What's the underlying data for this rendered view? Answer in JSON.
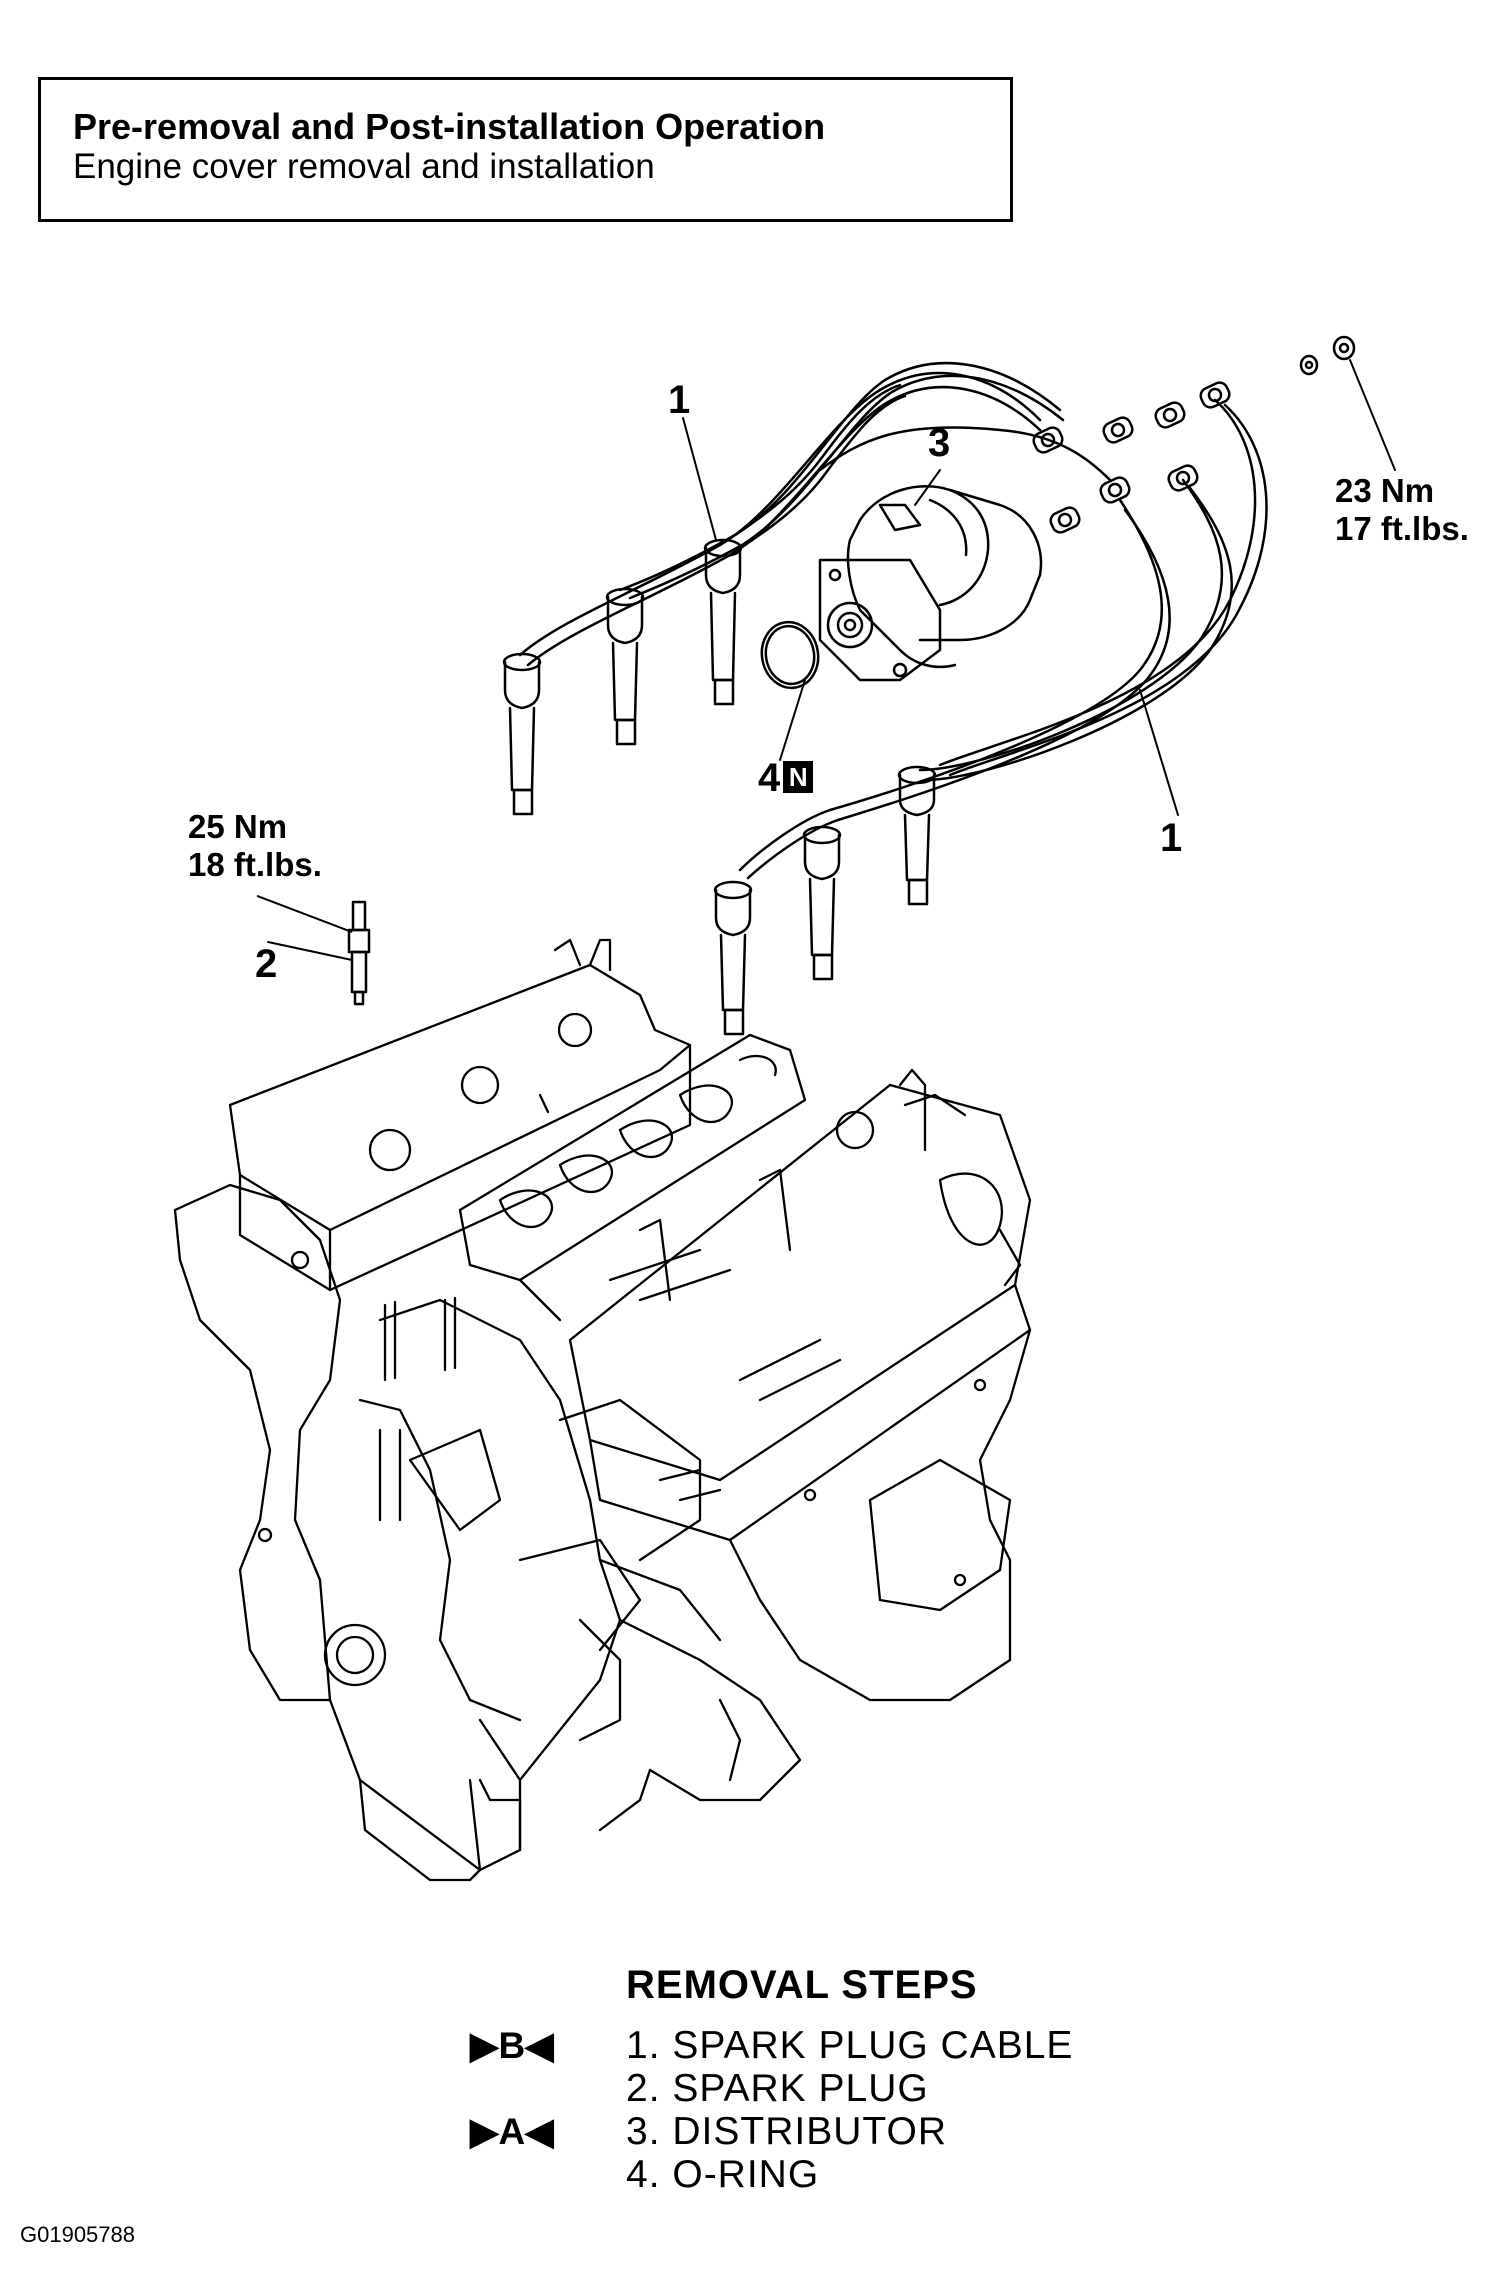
{
  "header": {
    "title": "Pre-removal and Post-installation Operation",
    "subtitle": "Engine cover removal and installation"
  },
  "callouts": {
    "cable_top": "1",
    "distributor": "3",
    "oring": "4",
    "oring_badge": "N",
    "cable_right": "1",
    "spark_plug": "2",
    "torque_nut_nm": "23 Nm",
    "torque_nut_ftlbs": "17 ft.lbs.",
    "torque_plug_nm": "25 Nm",
    "torque_plug_ftlbs": "18 ft.lbs."
  },
  "removal_steps": {
    "title": "REMOVAL  STEPS",
    "steps": [
      {
        "mark": "▶B◀",
        "label": "1.  SPARK  PLUG  CABLE"
      },
      {
        "mark": "",
        "label": "2.  SPARK  PLUG"
      },
      {
        "mark": "▶A◀",
        "label": "3.  DISTRIBUTOR"
      },
      {
        "mark": "",
        "label": "4.  O-RING"
      }
    ]
  },
  "figure_id": "G01905788"
}
